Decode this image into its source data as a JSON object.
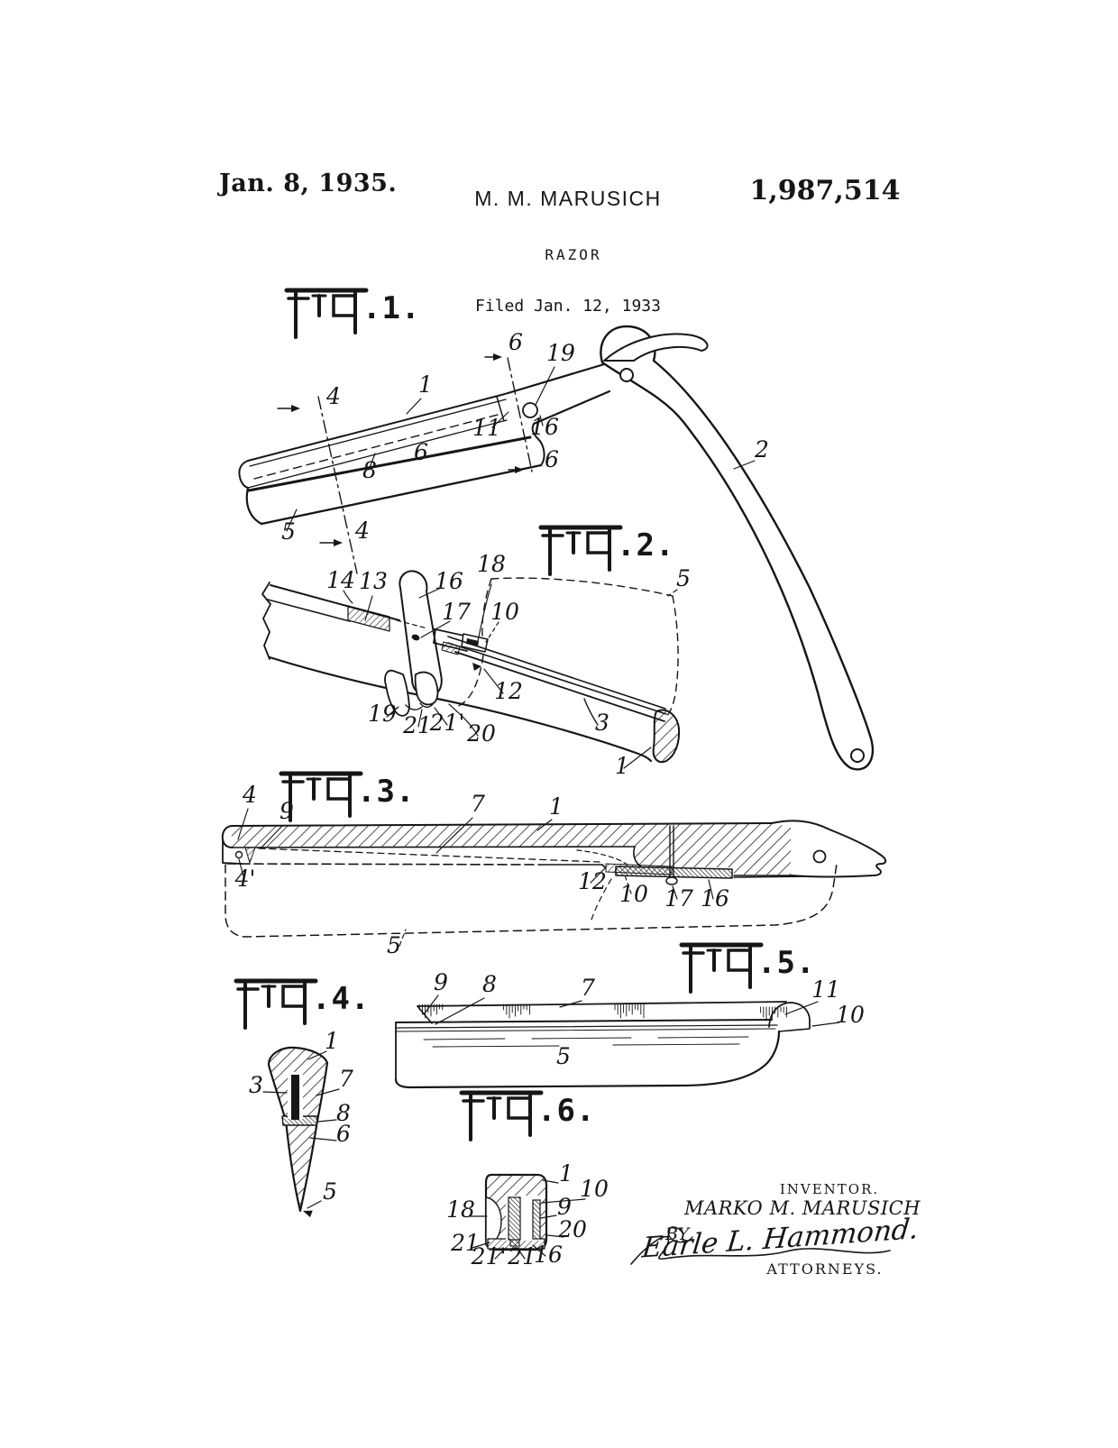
{
  "header": {
    "date": "Jan. 8, 1935.",
    "applicant": "M. M. MARUSICH",
    "patent_number": "1,987,514",
    "title": "RAZOR",
    "filed_line": "Filed Jan. 12, 1933"
  },
  "figures": {
    "fig1": {
      "label": "Fig.1.",
      "suffix": ".1.",
      "refs": [
        "4",
        "1",
        "6",
        "19",
        "11",
        "16",
        "6",
        "6",
        "8",
        "5",
        "4",
        "2"
      ]
    },
    "fig2": {
      "label": "Fig.2.",
      "suffix": ".2.",
      "refs": [
        "14",
        "13",
        "16",
        "18",
        "17",
        "10",
        "5",
        "12",
        "3",
        "19",
        "21",
        "21'",
        "20",
        "1"
      ]
    },
    "fig3": {
      "label": "Fig.3.",
      "suffix": ".3.",
      "refs": [
        "4",
        "9",
        "7",
        "1",
        "12",
        "10",
        "17",
        "16",
        "4'",
        "5"
      ]
    },
    "fig4": {
      "label": "Fig.4.",
      "suffix": ".4.",
      "refs": [
        "1",
        "3",
        "7",
        "8",
        "6",
        "5"
      ]
    },
    "fig5": {
      "label": "Fig.5.",
      "suffix": ".5.",
      "refs": [
        "9",
        "8",
        "7",
        "11",
        "10",
        "5"
      ]
    },
    "fig6": {
      "label": "Fig.6.",
      "suffix": ".6.",
      "refs": [
        "1",
        "10",
        "18",
        "9",
        "20",
        "21",
        "21'",
        "21",
        "16"
      ]
    }
  },
  "signature_block": {
    "inventor_caption": "INVENTOR.",
    "inventor_name": "MARKO M. MARUSICH",
    "by_label": "BY",
    "attorney_signature": "Earle L. Hammond.",
    "attorneys_caption": "ATTORNEYS."
  },
  "ink_color": "#161616",
  "paper_color": "#ffffff"
}
